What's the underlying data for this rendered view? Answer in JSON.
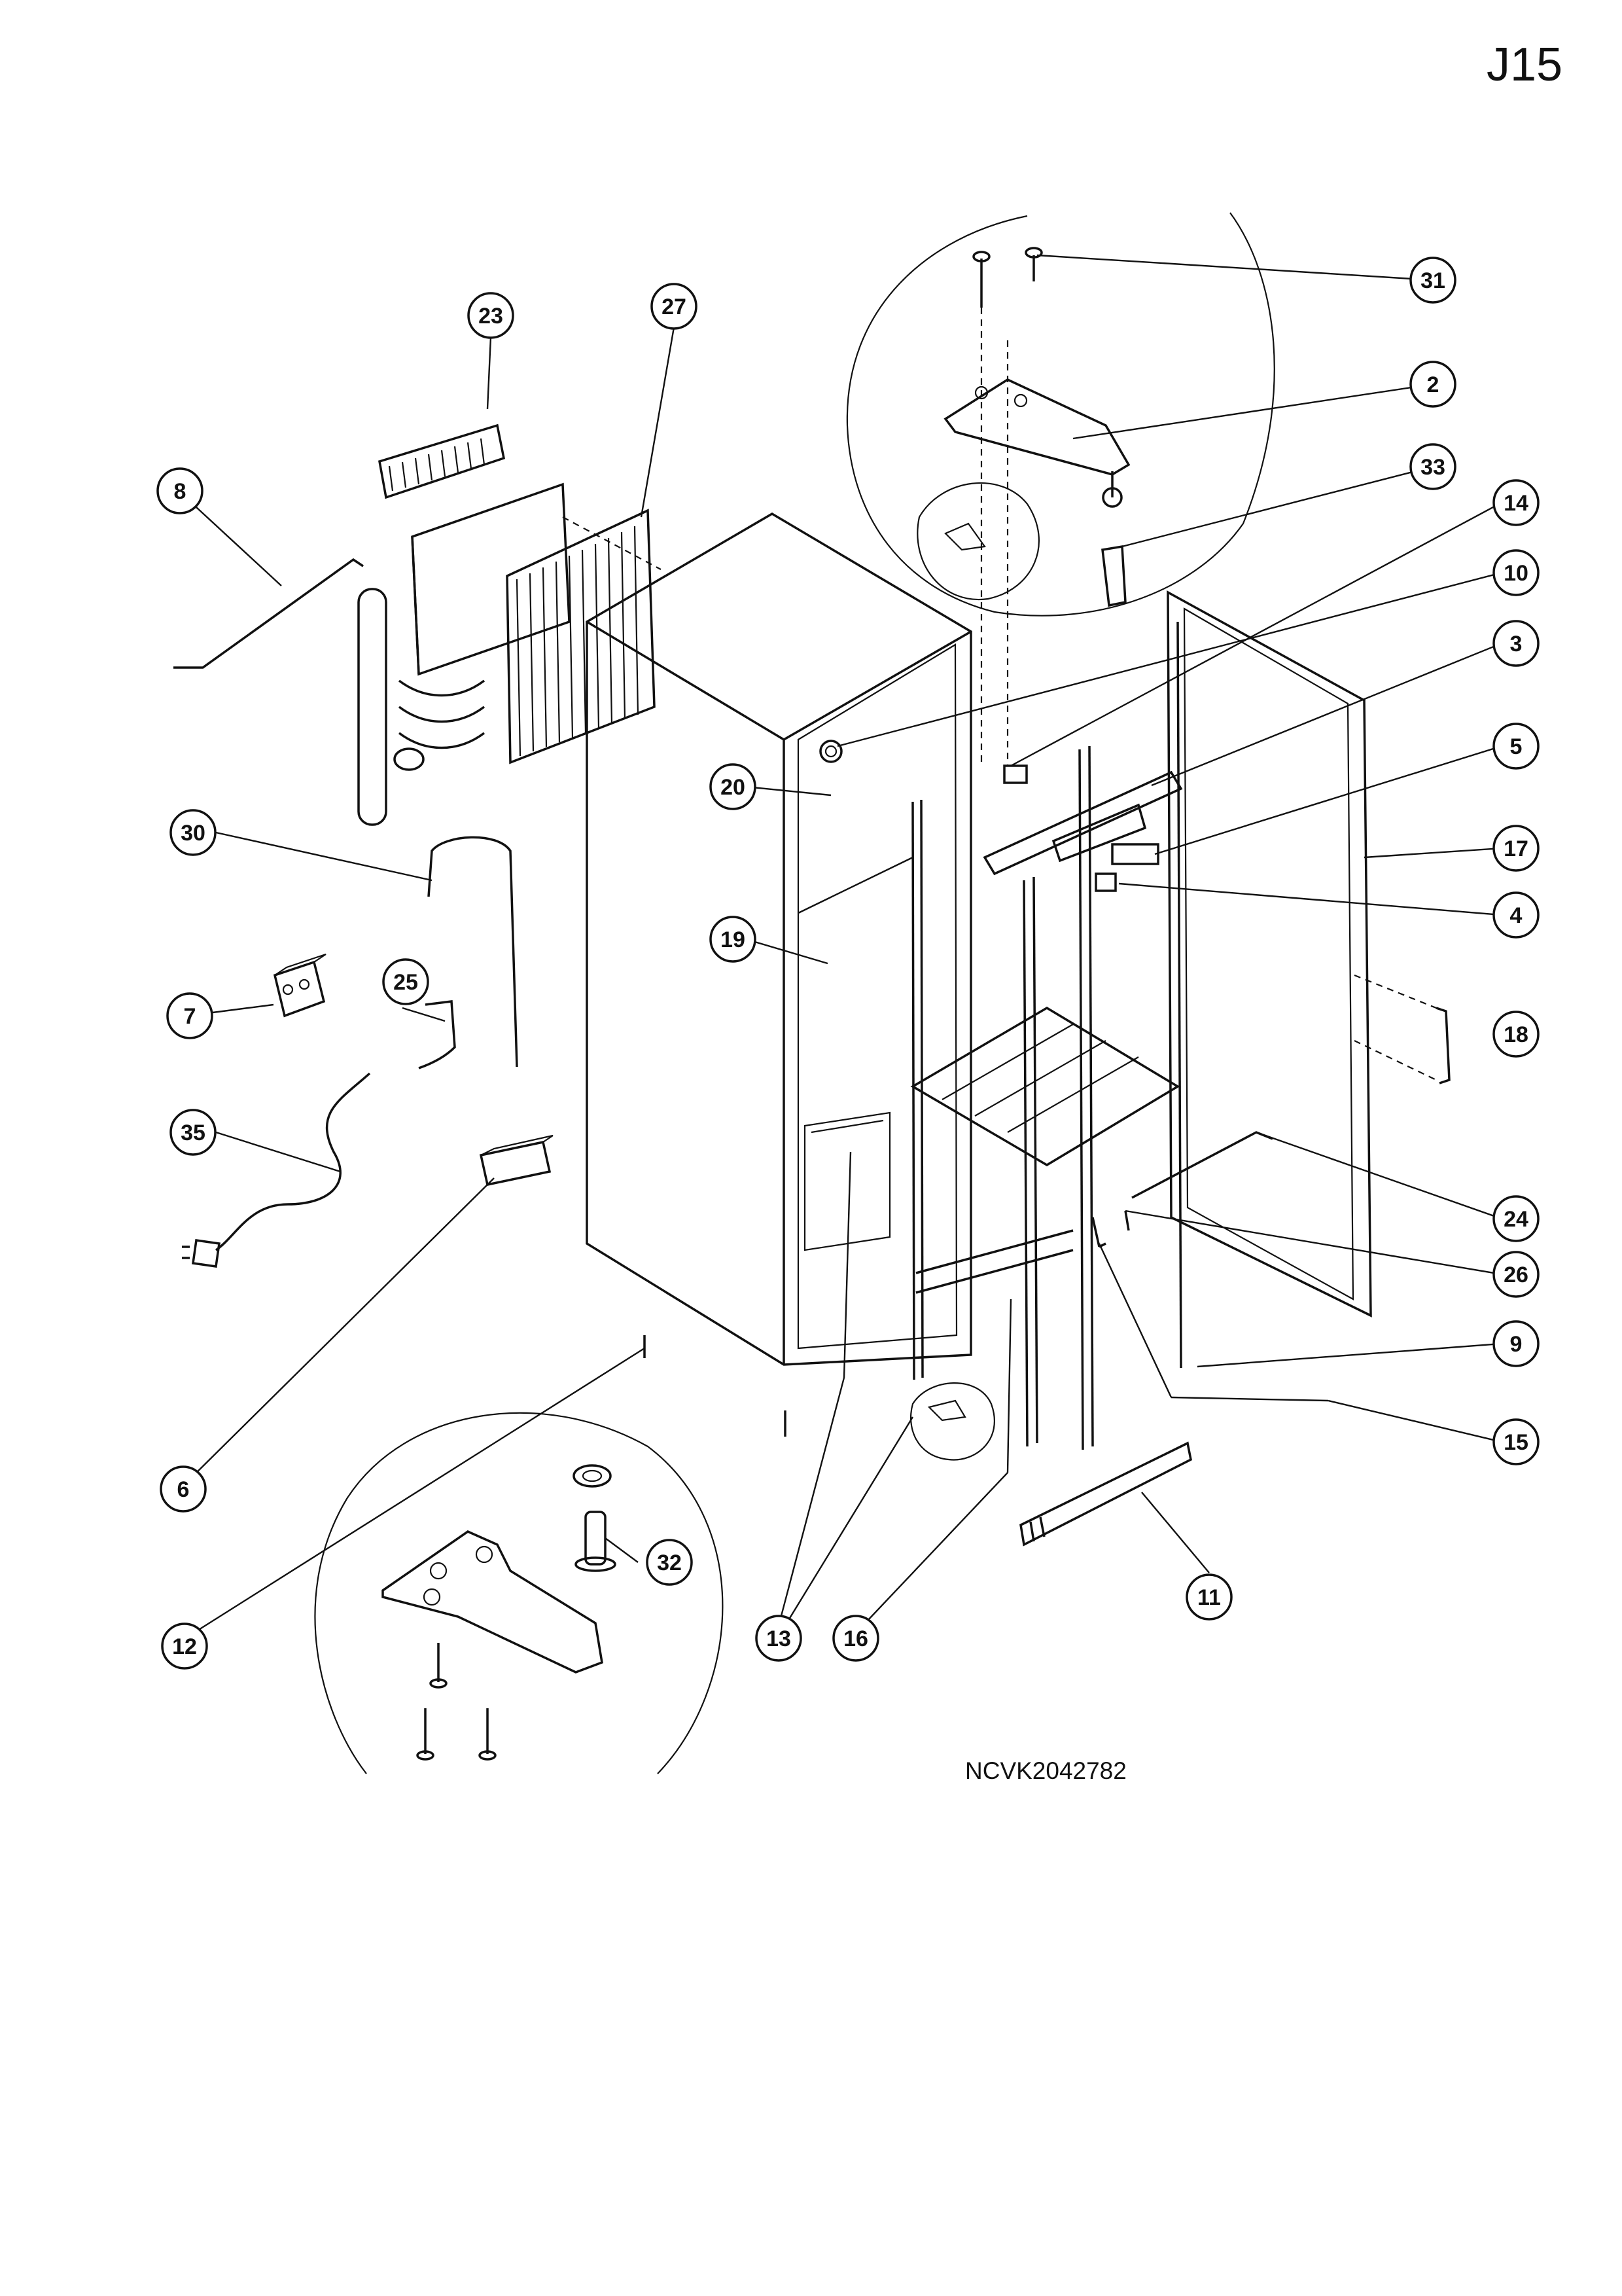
{
  "page_code": "J15",
  "drawing_code": "NCVK2042782",
  "callouts": [
    "31",
    "2",
    "33",
    "14",
    "10",
    "3",
    "5",
    "17",
    "4",
    "18",
    "24",
    "26",
    "9",
    "15",
    "11",
    "23",
    "27",
    "8",
    "30",
    "25",
    "7",
    "35",
    "6",
    "12",
    "32",
    "13",
    "16",
    "20",
    "19"
  ]
}
